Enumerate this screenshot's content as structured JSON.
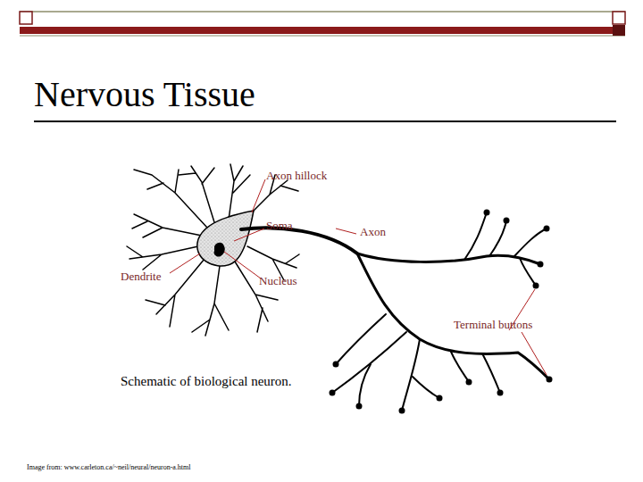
{
  "diagram": {
    "title": "Nervous Tissue",
    "caption": "Schematic of biological neuron.",
    "labels": [
      "Axon hillock",
      "Soma",
      "Axon",
      "Dendrite",
      "Nucleus",
      "Terminal buttons",
      "Image from: www.carleton.ca/~neil/neural/neuron-a.html"
    ]
  }
}
